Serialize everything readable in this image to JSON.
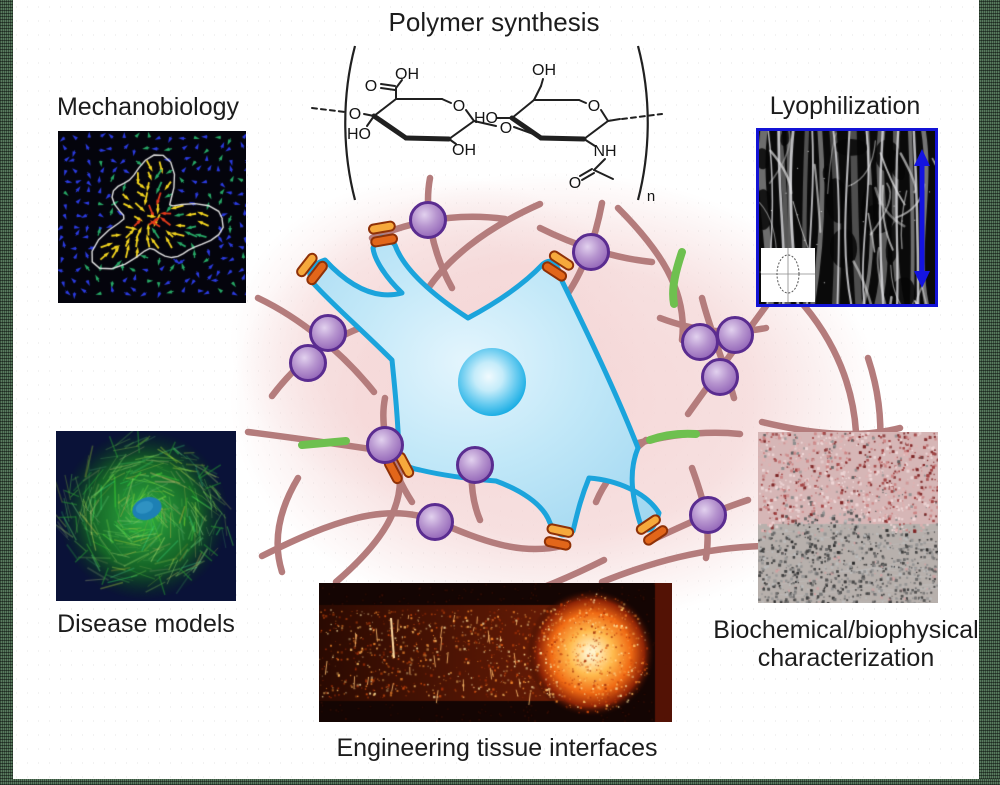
{
  "figure": {
    "type": "graphical-abstract",
    "background": "#ffffff",
    "edge_noise_color": "#587a5e"
  },
  "labels": {
    "polymer_synthesis": "Polymer synthesis",
    "mechanobiology": "Mechanobiology",
    "lyophilization": "Lyophilization",
    "disease_models": "Disease models",
    "biochemical_line1": "Biochemical/biophysical",
    "biochemical_line2": "characterization",
    "engineering": "Engineering tissue interfaces"
  },
  "chemistry": {
    "atoms": [
      "OH",
      "O",
      "O",
      "HO",
      "O",
      "HO",
      "OH",
      "OH",
      "O",
      "O",
      "NH",
      "O"
    ],
    "subscript": "n"
  },
  "network": {
    "fiber_color": "#b47c7c",
    "crosslinker_fill": "#b795cf",
    "crosslinker_stroke": "#5a2c90",
    "peptide_color": "#6ec04f",
    "adhesion_fill_light": "#f6a93c",
    "adhesion_fill_dark": "#e2661a",
    "adhesion_stroke": "#8f3107",
    "cell_fill": "#c2e8f8",
    "cell_stroke": "#1ba4dc",
    "nucleus_color": "#14abe3",
    "glow_color": "#f4d5d5"
  },
  "panels": {
    "mechanobiology": {
      "bg": "#04040c",
      "outline": "#e0e0e0",
      "arrow_low": "#2b3bdf",
      "arrow_mid": "#27a866",
      "arrow_high": "#f2d41f",
      "arrow_peak": "#e23b1c"
    },
    "lyophilization": {
      "border": "#1313d6",
      "arrow": "#1414e0",
      "bg": "#0a0a0a"
    },
    "disease": {
      "bg": "#0a1238",
      "cell": "#2fae3f",
      "nucleus": "#1d80b4"
    },
    "biochemical": {
      "base": "#b7b0ac",
      "top": "#d6b6b6",
      "accent": "#a34444"
    },
    "engineering": {
      "bg": "#140503",
      "column": "#6b1d06",
      "glow": "#f06a14",
      "highlight": "#fff3cc"
    }
  }
}
